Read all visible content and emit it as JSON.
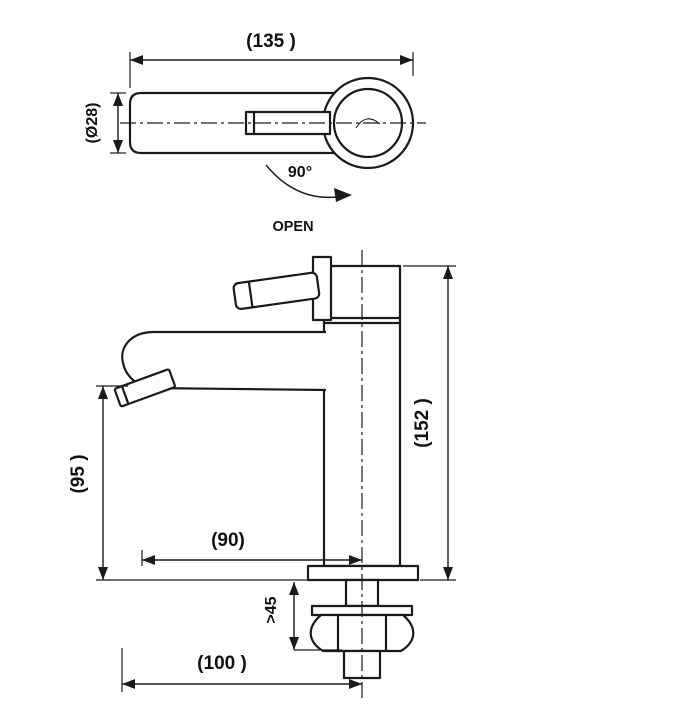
{
  "labels": {
    "top_width": "(135 )",
    "top_diameter": "(Ø28)",
    "rotation_angle": "90°",
    "open": "OPEN",
    "height": "(152 )",
    "spout_height": "(95 )",
    "spout_reach": "(90)",
    "base_width": "(100 )",
    "max_deck": ">45"
  },
  "colors": {
    "line": "#1a1a1a",
    "background": "#ffffff"
  }
}
